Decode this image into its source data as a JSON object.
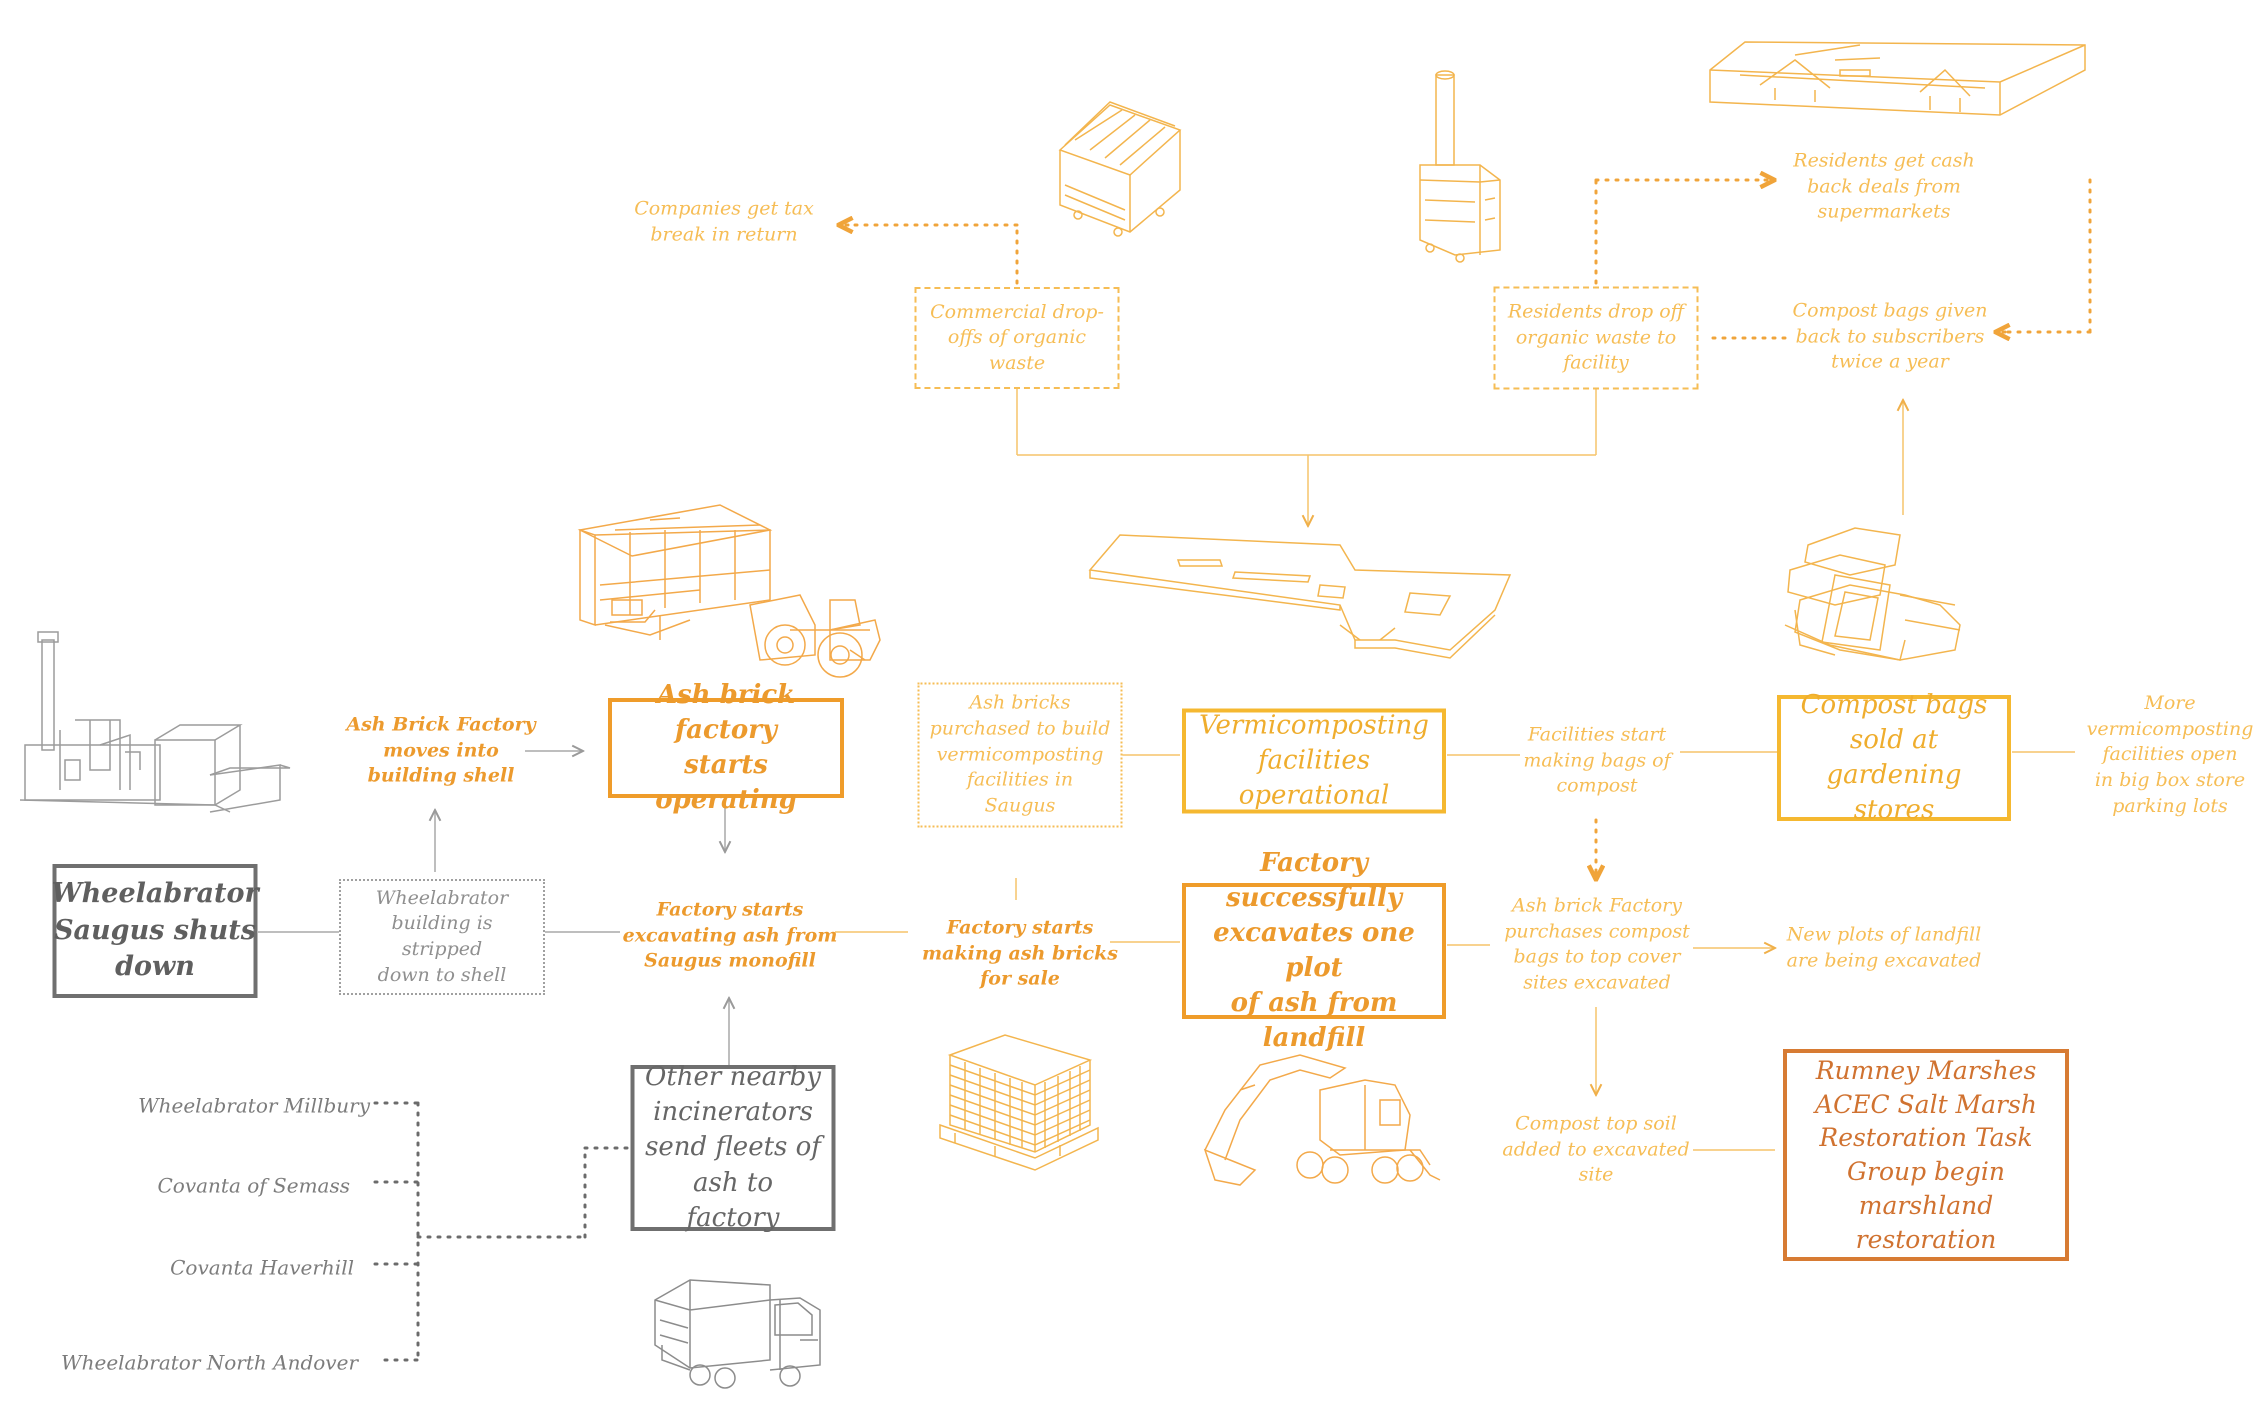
{
  "colors": {
    "light_orange": "#f6bd55",
    "orange": "#ef9c2a",
    "yellow": "#f5b830",
    "rust": "#d77b33",
    "gray": "#6f6f6f"
  },
  "nodes": {
    "wheelabrator_shuts_down": "Wheelabrator\nSaugus shuts\ndown",
    "building_stripped": "Wheelabrator\nbuilding is stripped\ndown to shell",
    "ash_brick_moves": "Ash Brick Factory\nmoves into\nbuilding shell",
    "ash_brick_operating": "Ash brick factory\nstarts operating",
    "factory_excavating": "Factory starts\nexcavating ash from\nSaugus monofill",
    "other_incinerators": "Other nearby\nincinerators\nsend fleets of\nash to factory",
    "factory_making_bricks": "Factory starts\nmaking ash bricks\nfor sale",
    "ash_bricks_purchased": "Ash bricks\npurchased to build\nvermicomposting\nfacilities in Saugus",
    "vermicomposting_operational": "Vermicomposting\nfacilities operational",
    "factory_excavates_plot": "Factory successfully\nexcavates one plot\nof ash from landfill",
    "facilities_making_bags": "Facilities start\nmaking bags of\ncompost",
    "compost_bags_sold": "Compost bags\nsold at gardening\nstores",
    "more_facilities": "More\nvermicomposting\nfacilities open\nin big box store\nparking lots",
    "ash_brick_purchases": "Ash brick Factory\npurchases compost\nbags to top cover\nsites excavated",
    "new_plots": "New plots of landfill\nare being excavated",
    "compost_top_soil": "Compost top soil\nadded to excavated\nsite",
    "rumney_marshes": "Rumney Marshes\nACEC Salt Marsh\nRestoration Task\nGroup begin\nmarshland restoration",
    "commercial_dropoffs": "Commercial drop-\noffs of organic waste",
    "companies_tax": "Companies get tax\nbreak in return",
    "residents_dropoff": "Residents drop off\norganic waste to\nfacility",
    "residents_cash": "Residents get cash\nback deals from\nsupermarkets",
    "compost_given_back": "Compost bags given\nback to subscribers\ntwice a year"
  },
  "sources": [
    "Wheelabrator Millbury",
    "Covanta of Semass",
    "Covanta Haverhill",
    "Wheelabrator North\nAndover"
  ],
  "icons": {
    "incinerator_plant": "incinerator-plant-icon",
    "brick_factory": "brick-factory-icon",
    "wheel_loader": "wheel-loader-icon",
    "dumpster": "dumpster-icon",
    "compost_bin": "compost-bin-icon",
    "supermarket": "supermarket-icon",
    "vermicomposting_facility": "vermicomposting-facility-icon",
    "compost_bags": "compost-bags-icon",
    "brick_pallet": "brick-pallet-icon",
    "excavator": "excavator-icon",
    "dump_truck": "dump-truck-icon"
  }
}
